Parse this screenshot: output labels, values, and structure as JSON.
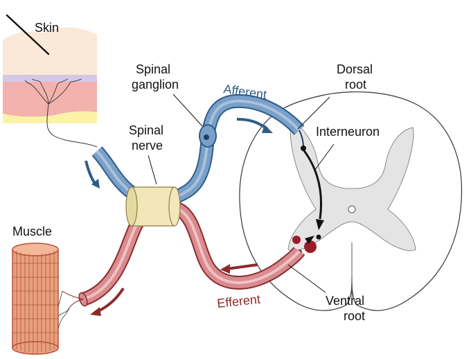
{
  "labels": {
    "skin": "Skin",
    "spinal_ganglion_1": "Spinal",
    "spinal_ganglion_2": "ganglion",
    "afferent": "Afferent",
    "dorsal_root_1": "Dorsal",
    "dorsal_root_2": "root",
    "spinal_nerve_1": "Spinal",
    "spinal_nerve_2": "nerve",
    "interneuron": "Interneuron",
    "muscle": "Muscle",
    "efferent": "Efferent",
    "ventral_root_1": "Ventral",
    "ventral_root_2": "root"
  },
  "colors": {
    "afferent_fill": "#7aa0c9",
    "afferent_stroke": "#2d5d86",
    "efferent_fill": "#d98c8f",
    "efferent_stroke": "#8e2a2a",
    "muscle_fill": "#e8a07e",
    "muscle_stroke": "#b55236",
    "skin_top": "#fae8d8",
    "skin_mid": "#f3b2ad",
    "skin_bottom": "#fbf2a8",
    "grey_matter": "#e4e4e4",
    "spinal_nerve_ring": "#f1e7b8"
  }
}
